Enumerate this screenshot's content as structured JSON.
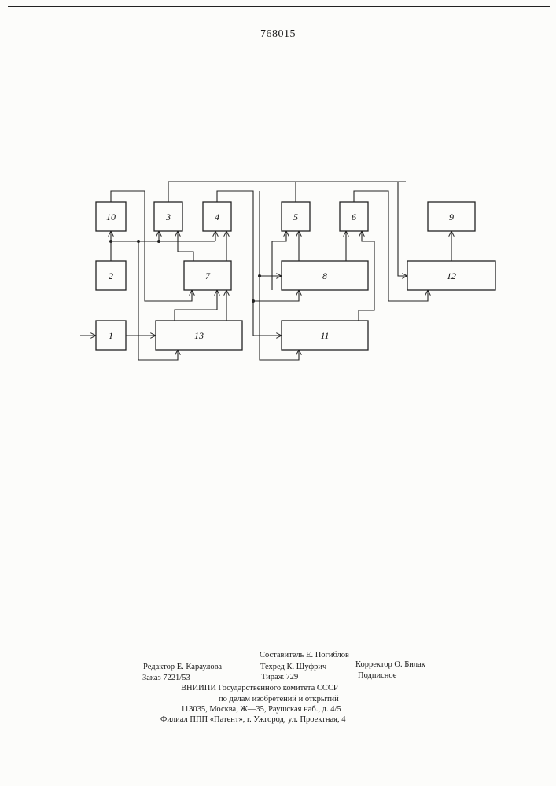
{
  "document": {
    "patent_number": "768015"
  },
  "diagram": {
    "blocks": [
      {
        "id": "1",
        "label": "1"
      },
      {
        "id": "2",
        "label": "2"
      },
      {
        "id": "3",
        "label": "3"
      },
      {
        "id": "4",
        "label": "4"
      },
      {
        "id": "5",
        "label": "5"
      },
      {
        "id": "6",
        "label": "6"
      },
      {
        "id": "7",
        "label": "7"
      },
      {
        "id": "8",
        "label": "8"
      },
      {
        "id": "9",
        "label": "9"
      },
      {
        "id": "10",
        "label": "10"
      },
      {
        "id": "11",
        "label": "11"
      },
      {
        "id": "12",
        "label": "12"
      },
      {
        "id": "13",
        "label": "13"
      }
    ]
  },
  "credits": {
    "compiler": "Составитель Е. Погиблов",
    "editor": "Редактор Е. Караулова",
    "techred": "Техред К. Шуфрич",
    "corrector": "Корректор О. Билак",
    "order": "Заказ 7221/53",
    "circulation": "Тираж 729",
    "subscription": "Подписное",
    "org_line1": "ВНИИПИ  Государственного  комитета  СССР",
    "org_line2": "по  делам  изобретений  и  открытий",
    "address": "113035,  Москва,  Ж—35,  Раушская  наб.,  д.  4/5",
    "branch": "Филиал  ППП  «Патент»,  г.  Ужгород,  ул.  Проектная,  4"
  }
}
